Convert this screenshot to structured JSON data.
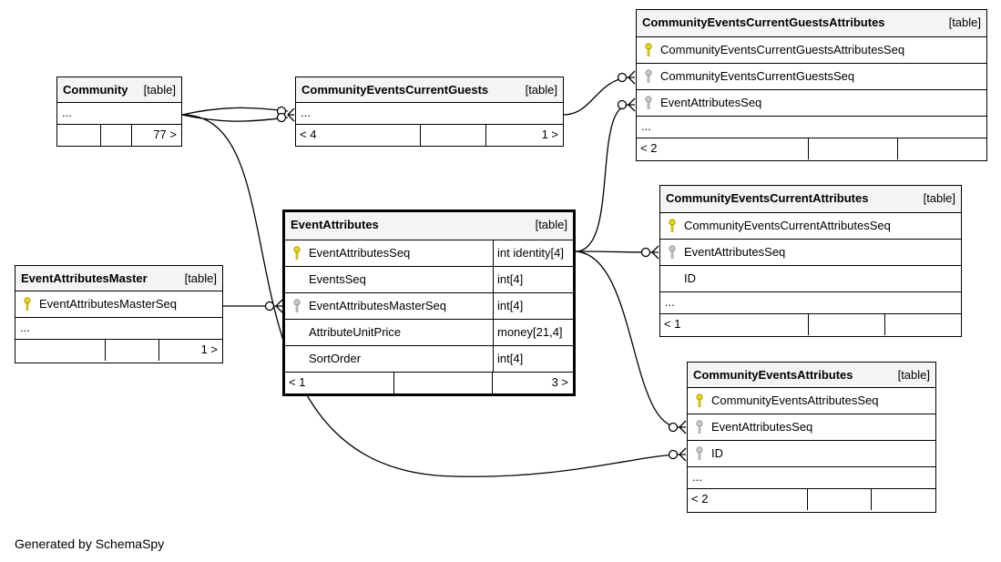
{
  "tables": {
    "community": {
      "name": "Community",
      "kind": "[table]",
      "ellipsis": "...",
      "children_count": "77 >"
    },
    "cecg": {
      "name": "CommunityEventsCurrentGuests",
      "kind": "[table]",
      "ellipsis": "...",
      "parents_count": "< 4",
      "children_count": "1 >"
    },
    "cecga": {
      "name": "CommunityEventsCurrentGuestsAttributes",
      "kind": "[table]",
      "columns": [
        {
          "name": "CommunityEventsCurrentGuestsAttributesSeq"
        },
        {
          "name": "CommunityEventsCurrentGuestsSeq"
        },
        {
          "name": "EventAttributesSeq"
        }
      ],
      "ellipsis": "...",
      "parents_count": "< 2"
    },
    "eam": {
      "name": "EventAttributesMaster",
      "kind": "[table]",
      "columns": [
        {
          "name": "EventAttributesMasterSeq"
        }
      ],
      "ellipsis": "...",
      "children_count": "1 >"
    },
    "ea": {
      "name": "EventAttributes",
      "kind": "[table]",
      "columns": [
        {
          "name": "EventAttributesSeq",
          "type": "int identity[4]"
        },
        {
          "name": "EventsSeq",
          "type": "int[4]"
        },
        {
          "name": "EventAttributesMasterSeq",
          "type": "int[4]"
        },
        {
          "name": "AttributeUnitPrice",
          "type": "money[21,4]"
        },
        {
          "name": "SortOrder",
          "type": "int[4]"
        }
      ],
      "parents_count": "< 1",
      "children_count": "3 >"
    },
    "ceca": {
      "name": "CommunityEventsCurrentAttributes",
      "kind": "[table]",
      "columns": [
        {
          "name": "CommunityEventsCurrentAttributesSeq"
        },
        {
          "name": "EventAttributesSeq"
        },
        {
          "name": "ID"
        }
      ],
      "ellipsis": "...",
      "parents_count": "< 1"
    },
    "cea": {
      "name": "CommunityEventsAttributes",
      "kind": "[table]",
      "columns": [
        {
          "name": "CommunityEventsAttributesSeq"
        },
        {
          "name": "EventAttributesSeq"
        },
        {
          "name": "ID"
        }
      ],
      "ellipsis": "...",
      "parents_count": "< 2"
    }
  },
  "colors": {
    "primary_key": "#e8d800",
    "foreign_key": "#a8a8a8",
    "header_bg": "#f4f4f4"
  },
  "icons": {
    "primary_key": "key-icon-gold",
    "foreign_key": "key-icon-gray"
  },
  "credit": "Generated by SchemaSpy"
}
